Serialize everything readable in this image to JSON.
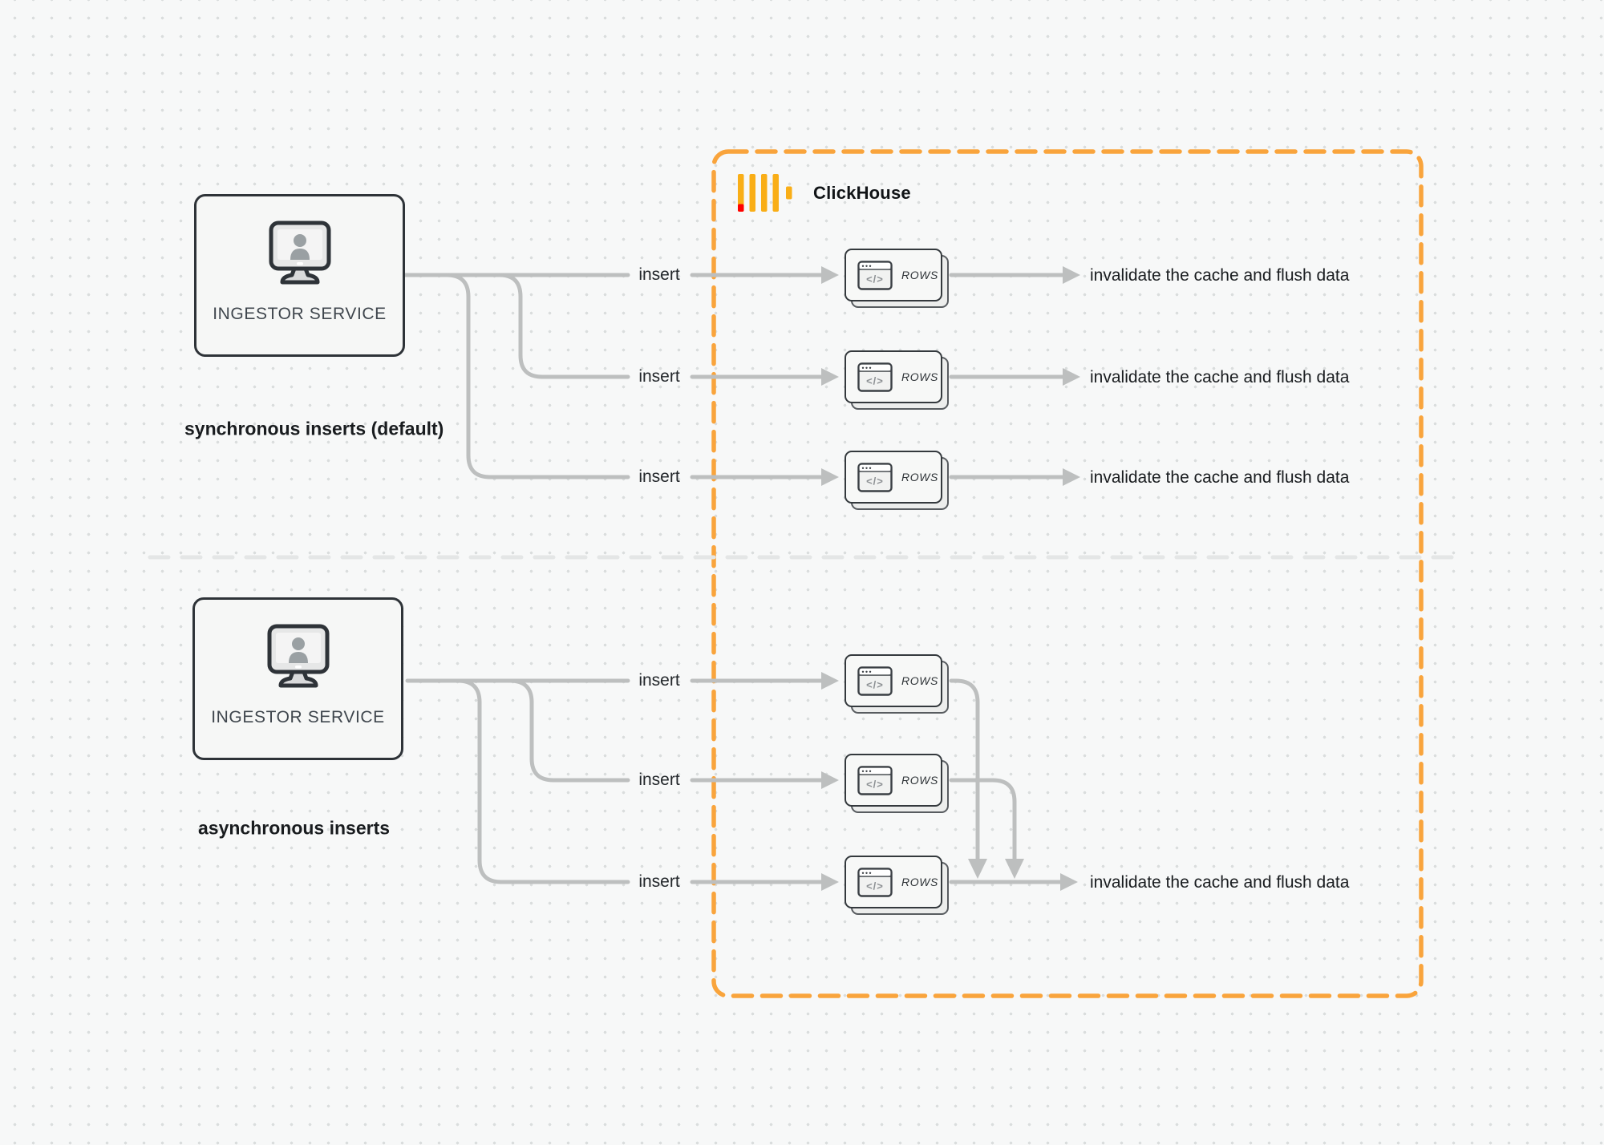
{
  "colors": {
    "background": "#F7F8F8",
    "dot_gray": "#DADDDD",
    "connector_gray": "#BDBFBF",
    "box_border_dark": "#2E3338",
    "box_fill": "#F6F7F6",
    "accent_orange": "#F9A43C",
    "logo_yellow": "#F9AE17",
    "logo_red": "#FF0000",
    "divider_gray": "#E4E6E6",
    "text_dark": "#191C1F"
  },
  "clickhouse": {
    "label": "ClickHouse"
  },
  "sync_section": {
    "ingestor": {
      "label": "INGESTOR SERVICE"
    },
    "caption": "synchronous inserts (default)",
    "insert_labels": [
      "insert",
      "insert",
      "insert"
    ],
    "row_cards": [
      {
        "label": "ROWS"
      },
      {
        "label": "ROWS"
      },
      {
        "label": "ROWS"
      }
    ],
    "outcome_labels": [
      "invalidate the cache and flush data",
      "invalidate the cache and flush data",
      "invalidate the cache and flush data"
    ]
  },
  "async_section": {
    "ingestor": {
      "label": "INGESTOR SERVICE"
    },
    "caption": "asynchronous inserts",
    "insert_labels": [
      "insert",
      "insert",
      "insert"
    ],
    "row_cards": [
      {
        "label": "ROWS"
      },
      {
        "label": "ROWS"
      },
      {
        "label": "ROWS"
      }
    ],
    "outcome_label": "invalidate the cache and flush data"
  },
  "icons": {
    "monitor_user_icon": "monitor with user silhouette",
    "code_window_icon": "browser window with code",
    "code_window_glyph": "</>",
    "clickhouse_logo_icon": "clickhouse bars logo"
  }
}
